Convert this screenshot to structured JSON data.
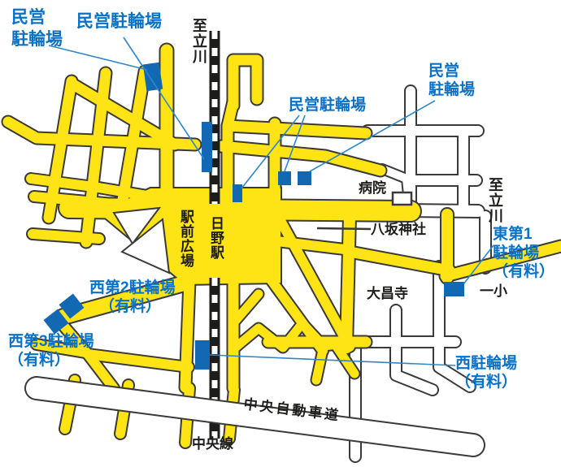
{
  "labels": {
    "minei_nw_line1": "民営",
    "minei_nw_line2": "駐輪場",
    "minei_n": "民営駐輪場",
    "minei_center": "民営駐輪場",
    "minei_ne_line1": "民営",
    "minei_ne_line2": "駐輪場",
    "higashi1_line1": "東第1",
    "higashi1_line2": "駐輪場",
    "higashi1_line3": "（有料）",
    "nishi2_line1": "西第2駐輪場",
    "nishi2_line2": "（有料）",
    "nishi3_line1": "西第3駐輪場",
    "nishi3_line2": "（有料）",
    "nishi_line1": "西駐輪場",
    "nishi_line2": "（有料）",
    "to_tachikawa_top": "至立川",
    "to_tachikawa_right": "至立川",
    "hino_station": "日野駅",
    "ekimae_hiroba": "駅前広場",
    "hospital": "病院",
    "yasaka_shrine": "八坂神社",
    "daishoji_temple": "大昌寺",
    "issho_school": "一小",
    "chuo_expressway": "中央自動車道",
    "chuo_line": "中央線"
  },
  "colors": {
    "road_yellow": "#ffe415",
    "outline": "#3a3a38",
    "railway_black": "#1d1d1b",
    "parking_blue": "#1268b3",
    "label_blue": "#0a72c6",
    "leader_blue": "#2e86c8"
  }
}
